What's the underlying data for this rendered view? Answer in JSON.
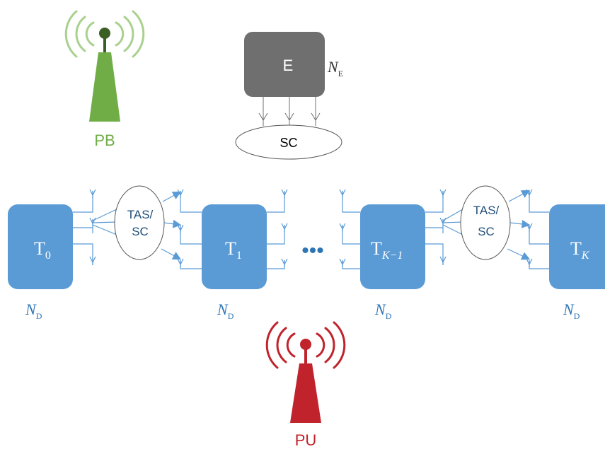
{
  "colors": {
    "pb_green": "#70ad47",
    "pb_dark": "#3a5f24",
    "pb_wave": "#a9d18e",
    "pu_red": "#c0232b",
    "node_blue": "#5b9bd5",
    "eve_gray": "#6f6f6f",
    "line_blue": "#5b9bd5",
    "text_blue": "#2e75b6"
  },
  "power_beacon": {
    "label": "PB",
    "icon": "antenna-tower-icon"
  },
  "primary_user": {
    "label": "PU",
    "icon": "antenna-tower-icon"
  },
  "eavesdropper": {
    "label": "E",
    "antennas_sub": "E",
    "antennas_main": "N",
    "combiner": "SC"
  },
  "nodes": [
    {
      "main": "T",
      "sub": "0",
      "antennas_main": "N",
      "antennas_sub": "D"
    },
    {
      "main": "T",
      "sub": "1",
      "antennas_main": "N",
      "antennas_sub": "D"
    },
    {
      "main": "T",
      "sub": "K−1",
      "antennas_main": "N",
      "antennas_sub": "D"
    },
    {
      "main": "T",
      "sub": "K",
      "antennas_main": "N",
      "antennas_sub": "D"
    }
  ],
  "combiners": [
    {
      "line1": "TAS/",
      "line2": "SC"
    },
    {
      "line1": "TAS/",
      "line2": "SC"
    }
  ],
  "ellipsis": "•••"
}
